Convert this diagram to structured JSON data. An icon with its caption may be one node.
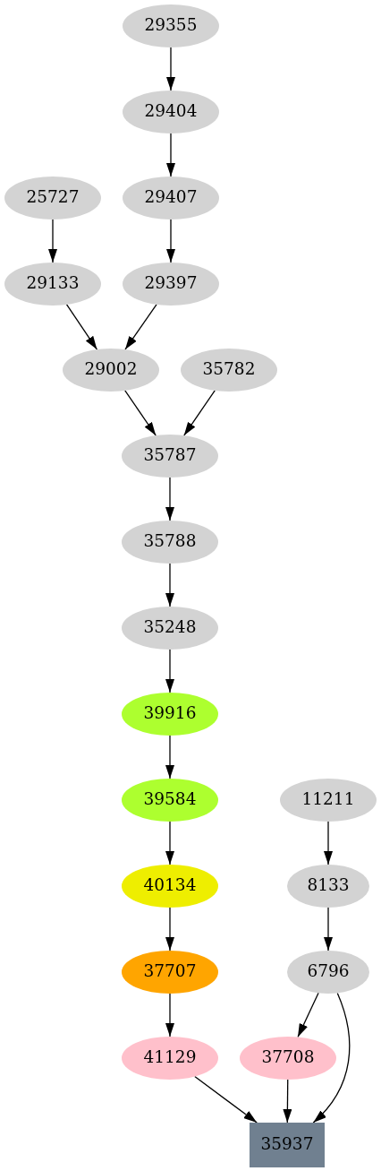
{
  "diagram": {
    "nodes": [
      {
        "text": [
          "29355"
        ]
      },
      {
        "text": [
          "29404"
        ]
      },
      {
        "text": [
          "25727"
        ]
      },
      {
        "text": [
          "29407"
        ]
      },
      {
        "text": [
          "29133"
        ]
      },
      {
        "text": [
          "29397"
        ]
      },
      {
        "text": [
          "29002"
        ]
      },
      {
        "text": [
          "35782"
        ]
      },
      {
        "text": [
          "35787"
        ]
      },
      {
        "text": [
          "35788"
        ]
      },
      {
        "text": [
          "35248"
        ]
      },
      {
        "text": [
          "39916"
        ]
      },
      {
        "text": [
          "39584"
        ]
      },
      {
        "text": [
          "11211"
        ]
      },
      {
        "text": [
          "40134"
        ]
      },
      {
        "text": [
          "8133"
        ]
      },
      {
        "text": [
          "37707"
        ]
      },
      {
        "text": [
          "6796"
        ]
      },
      {
        "text": [
          "41129"
        ]
      },
      {
        "text": [
          "37708"
        ]
      },
      {
        "text": [
          "35937"
        ]
      }
    ],
    "edges": [
      {
        "from": 0,
        "to": 1,
        "arrow": "to"
      },
      {
        "from": 1,
        "to": 3,
        "arrow": "to"
      },
      {
        "from": 2,
        "to": 4,
        "arrow": "to"
      },
      {
        "from": 3,
        "to": 5,
        "arrow": "to"
      },
      {
        "from": 4,
        "to": 6,
        "arrow": "to"
      },
      {
        "from": 5,
        "to": 6,
        "arrow": "to"
      },
      {
        "from": 6,
        "to": 8,
        "arrow": "to"
      },
      {
        "from": 7,
        "to": 8,
        "arrow": "to"
      },
      {
        "from": 8,
        "to": 9,
        "arrow": "to"
      },
      {
        "from": 9,
        "to": 10,
        "arrow": "to"
      },
      {
        "from": 10,
        "to": 11,
        "arrow": "to"
      },
      {
        "from": 11,
        "to": 12,
        "arrow": "to"
      },
      {
        "from": 12,
        "to": 14,
        "arrow": "to"
      },
      {
        "from": 13,
        "to": 15,
        "arrow": "to"
      },
      {
        "from": 14,
        "to": 16,
        "arrow": "to"
      },
      {
        "from": 15,
        "to": 17,
        "arrow": "to"
      },
      {
        "from": 16,
        "to": 18,
        "arrow": "to"
      },
      {
        "from": 17,
        "to": 19,
        "arrow": "to"
      },
      {
        "from": 17,
        "to": 20,
        "arrow": "to"
      },
      {
        "from": 18,
        "to": 20,
        "arrow": "to"
      },
      {
        "from": 19,
        "to": 20,
        "arrow": "to"
      }
    ]
  }
}
